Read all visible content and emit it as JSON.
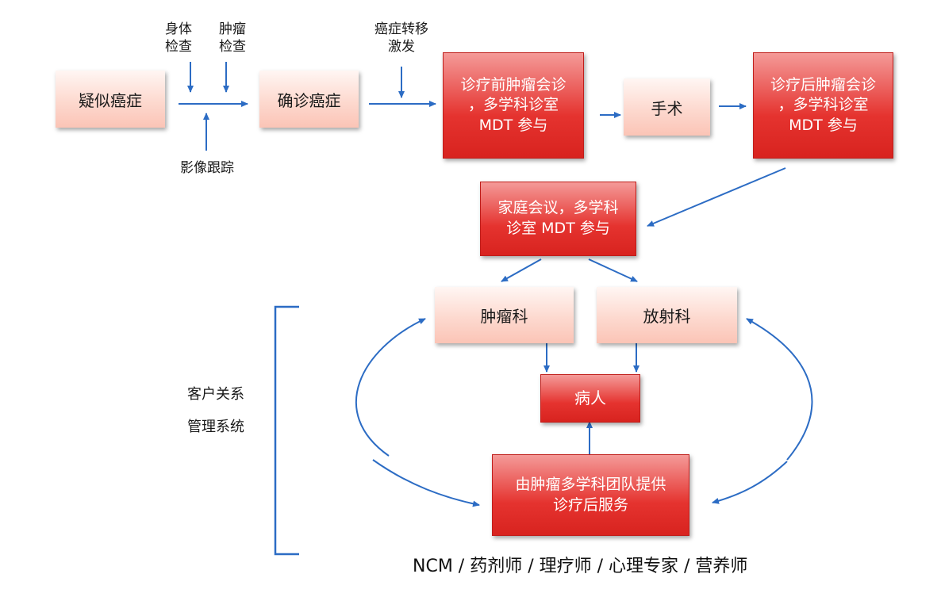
{
  "labels": {
    "body_exam": "身体\n检查",
    "tumor_exam": "肿瘤\n检查",
    "imaging": "影像跟踪",
    "metastasis": "癌症转移\n激发",
    "crm": "客户关系\n\n管理系统"
  },
  "boxes": {
    "suspected": "疑似癌症",
    "confirmed": "确诊癌症",
    "pre_mdt": "诊疗前肿瘤会诊\n，多学科诊室\nMDT 参与",
    "surgery": "手术",
    "post_mdt": "诊疗后肿瘤会诊\n，多学科诊室\nMDT 参与",
    "family_meeting": "家庭会议，多学科\n诊室 MDT 参与",
    "oncology": "肿瘤科",
    "radiology": "放射科",
    "patient": "病人",
    "aftercare": "由肿瘤多学科团队提供\n诊疗后服务"
  },
  "footer": "NCM / 药剂师 / 理疗师 / 心理专家 / 营养师",
  "colors": {
    "arrow": "#2c6cc4",
    "bracket": "#2c6cc4",
    "red_box": "#e03430",
    "light_box": "#fcd3c8"
  }
}
